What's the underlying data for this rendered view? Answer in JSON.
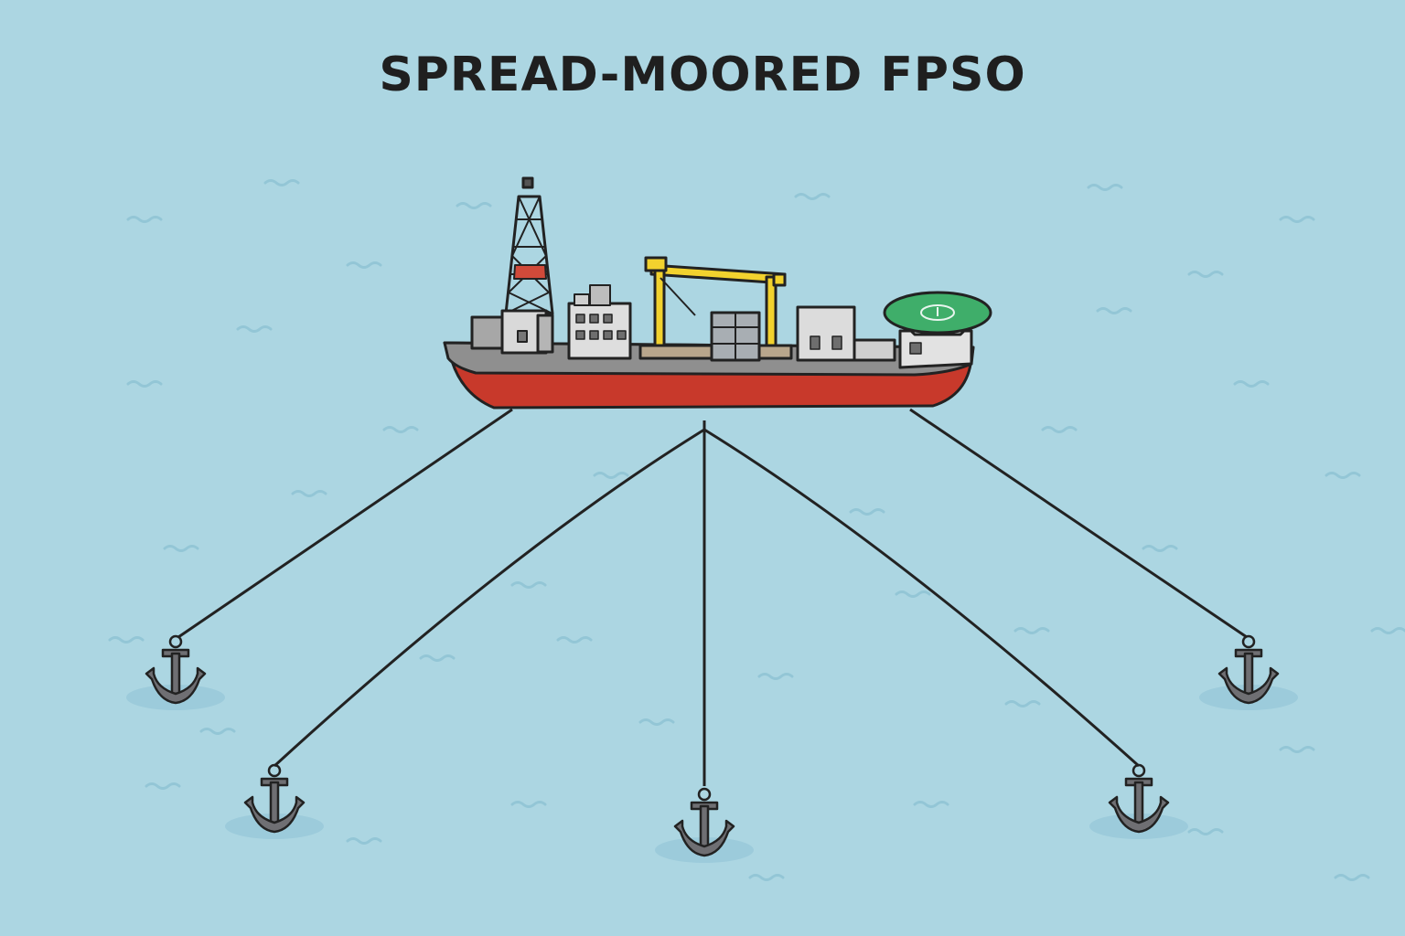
{
  "title": "SPREAD-MOORED FPSO",
  "colors": {
    "sea": "#acd6e2",
    "hull": "#c8392b",
    "deck": "#8f8f8f",
    "crane": "#f2d22e",
    "helideck": "#3fae6a",
    "anchor": "#6f6f73",
    "outline": "#222222"
  },
  "icons": {
    "anchor": "anchor-icon",
    "vessel": "fpso-ship",
    "helideck": "helideck-icon",
    "derrick": "derrick-tower"
  }
}
